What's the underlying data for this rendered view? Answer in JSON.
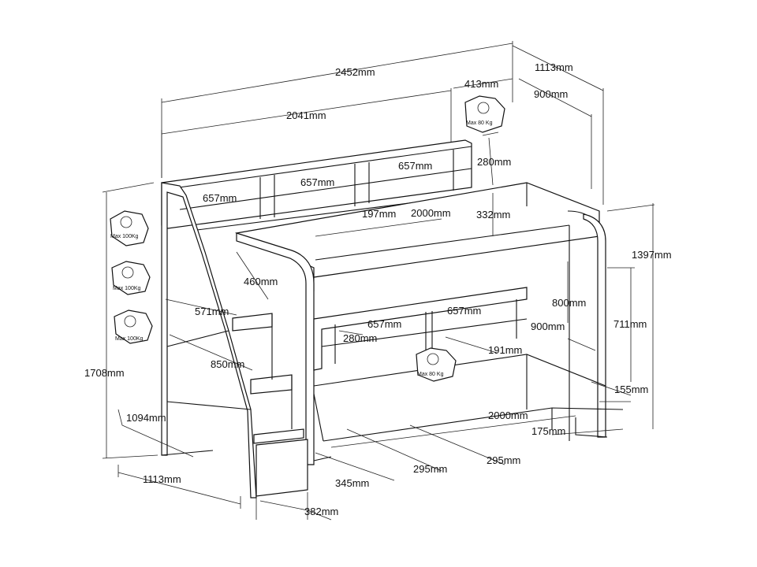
{
  "diagram": {
    "dimensions": {
      "total_length": "2452mm",
      "top_depth": "1113mm",
      "shelf_length": "2041mm",
      "shelf_depth": "413mm",
      "bed_depth_top": "900mm",
      "top_shelf_left": "657mm",
      "top_shelf_mid": "657mm",
      "top_shelf_right": "657mm",
      "top_shelf_height": "280mm",
      "top_shelf_depth": "197mm",
      "top_bed_length": "2000mm",
      "top_rail_height": "332mm",
      "total_height": "1397mm",
      "guard_height": "460mm",
      "step_offset": "571mm",
      "low_shelf_left": "657mm",
      "low_shelf_right": "657mm",
      "low_shelf_height": "280mm",
      "low_shelf_depth": "191mm",
      "clearance": "800mm",
      "low_bed_depth": "900mm",
      "side_height": "711mm",
      "stair_depth": "850mm",
      "overall_height": "1708mm",
      "stair_height": "1094mm",
      "base_height": "155mm",
      "low_bed_length": "2000mm",
      "leg_depth": "175mm",
      "drawer_depth_a": "295mm",
      "drawer_depth_b": "295mm",
      "step_height": "345mm",
      "stair_width": "1113mm",
      "step_width": "382mm"
    },
    "badges": {
      "max_80_label": "Max 80 Kg",
      "max_100_label": "Max 100Kg"
    }
  }
}
